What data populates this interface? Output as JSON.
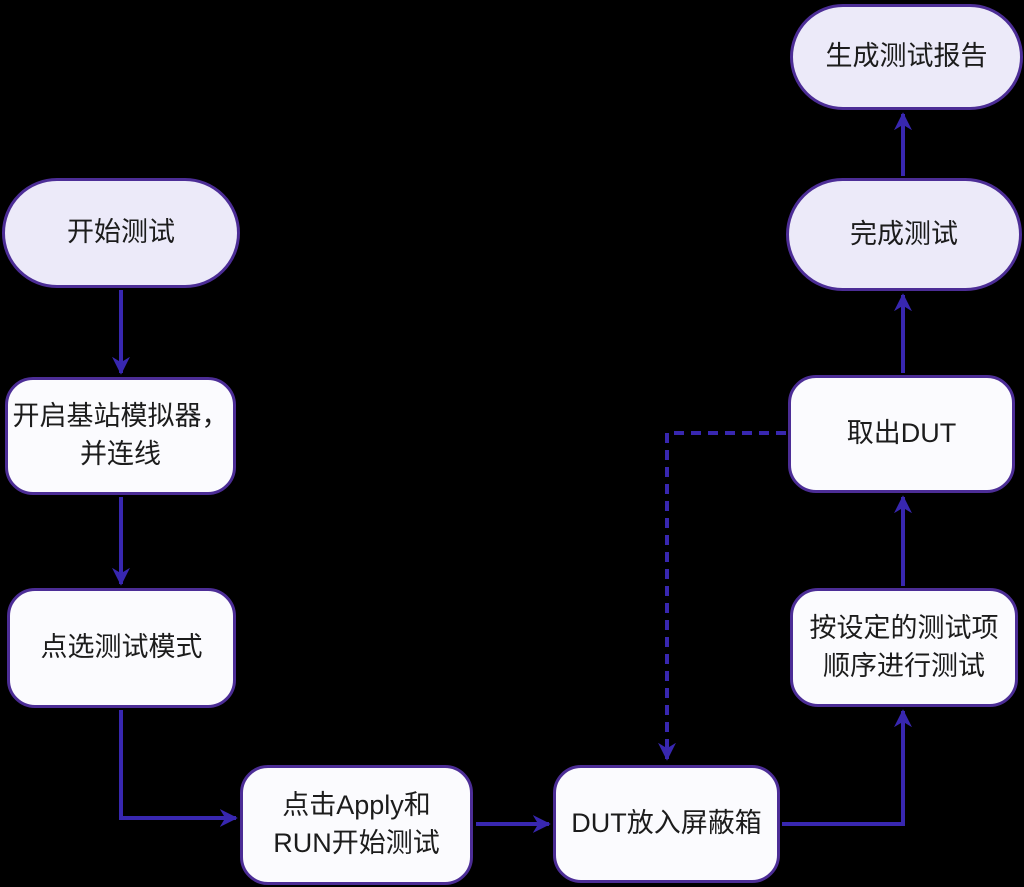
{
  "flowchart": {
    "colors": {
      "background": "#000000",
      "node_border": "#4C2D96",
      "arrow_color": "#3827B0",
      "stadium_fill": "#ECEAF9",
      "rect_fill": "#FBFBFE",
      "text_color": "#1C1C1C"
    },
    "nodes": [
      {
        "id": "start",
        "shape": "stadium",
        "label": "开始测试"
      },
      {
        "id": "open-simulator",
        "shape": "rect",
        "label": "开启基站模拟器，\n并连线"
      },
      {
        "id": "select-mode",
        "shape": "rect",
        "label": "点选测试模式"
      },
      {
        "id": "click-apply-run",
        "shape": "rect",
        "label": "点击Apply和\nRUN开始测试"
      },
      {
        "id": "dut-into-box",
        "shape": "rect",
        "label": "DUT放入屏蔽箱"
      },
      {
        "id": "run-tests",
        "shape": "rect",
        "label": "按设定的测试项\n顺序进行测试"
      },
      {
        "id": "take-out-dut",
        "shape": "rect",
        "label": "取出DUT"
      },
      {
        "id": "finish",
        "shape": "stadium",
        "label": "完成测试"
      },
      {
        "id": "generate-report",
        "shape": "stadium",
        "label": "生成测试报告"
      }
    ],
    "edges": [
      {
        "from": "start",
        "to": "open-simulator",
        "style": "solid"
      },
      {
        "from": "open-simulator",
        "to": "select-mode",
        "style": "solid"
      },
      {
        "from": "select-mode",
        "to": "click-apply-run",
        "style": "solid"
      },
      {
        "from": "click-apply-run",
        "to": "dut-into-box",
        "style": "solid"
      },
      {
        "from": "dut-into-box",
        "to": "run-tests",
        "style": "solid"
      },
      {
        "from": "run-tests",
        "to": "take-out-dut",
        "style": "solid"
      },
      {
        "from": "take-out-dut",
        "to": "finish",
        "style": "solid"
      },
      {
        "from": "finish",
        "to": "generate-report",
        "style": "solid"
      },
      {
        "from": "take-out-dut",
        "to": "dut-into-box",
        "style": "dashed"
      }
    ]
  }
}
